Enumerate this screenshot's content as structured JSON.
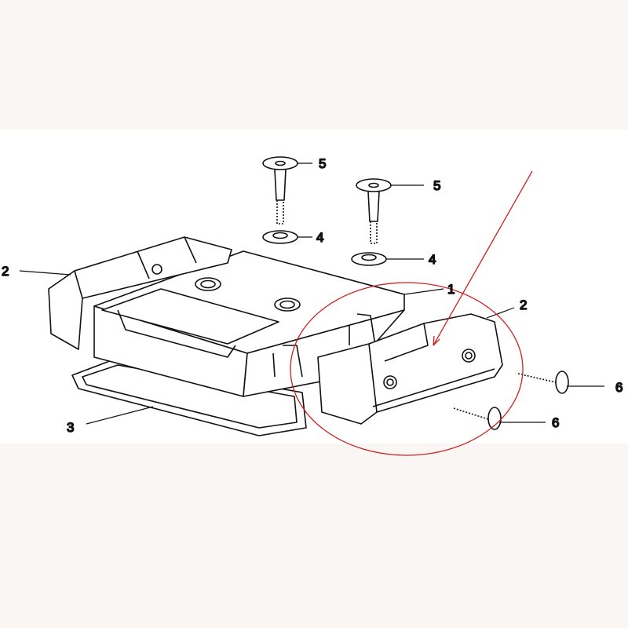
{
  "diagram": {
    "callouts": {
      "part1": "1",
      "part2_left": "2",
      "part2_right": "2",
      "part3": "3",
      "part4_a": "4",
      "part4_b": "4",
      "part5_a": "5",
      "part5_b": "5",
      "part6_a": "6",
      "part6_b": "6"
    },
    "highlight_color": "#cc2222"
  }
}
